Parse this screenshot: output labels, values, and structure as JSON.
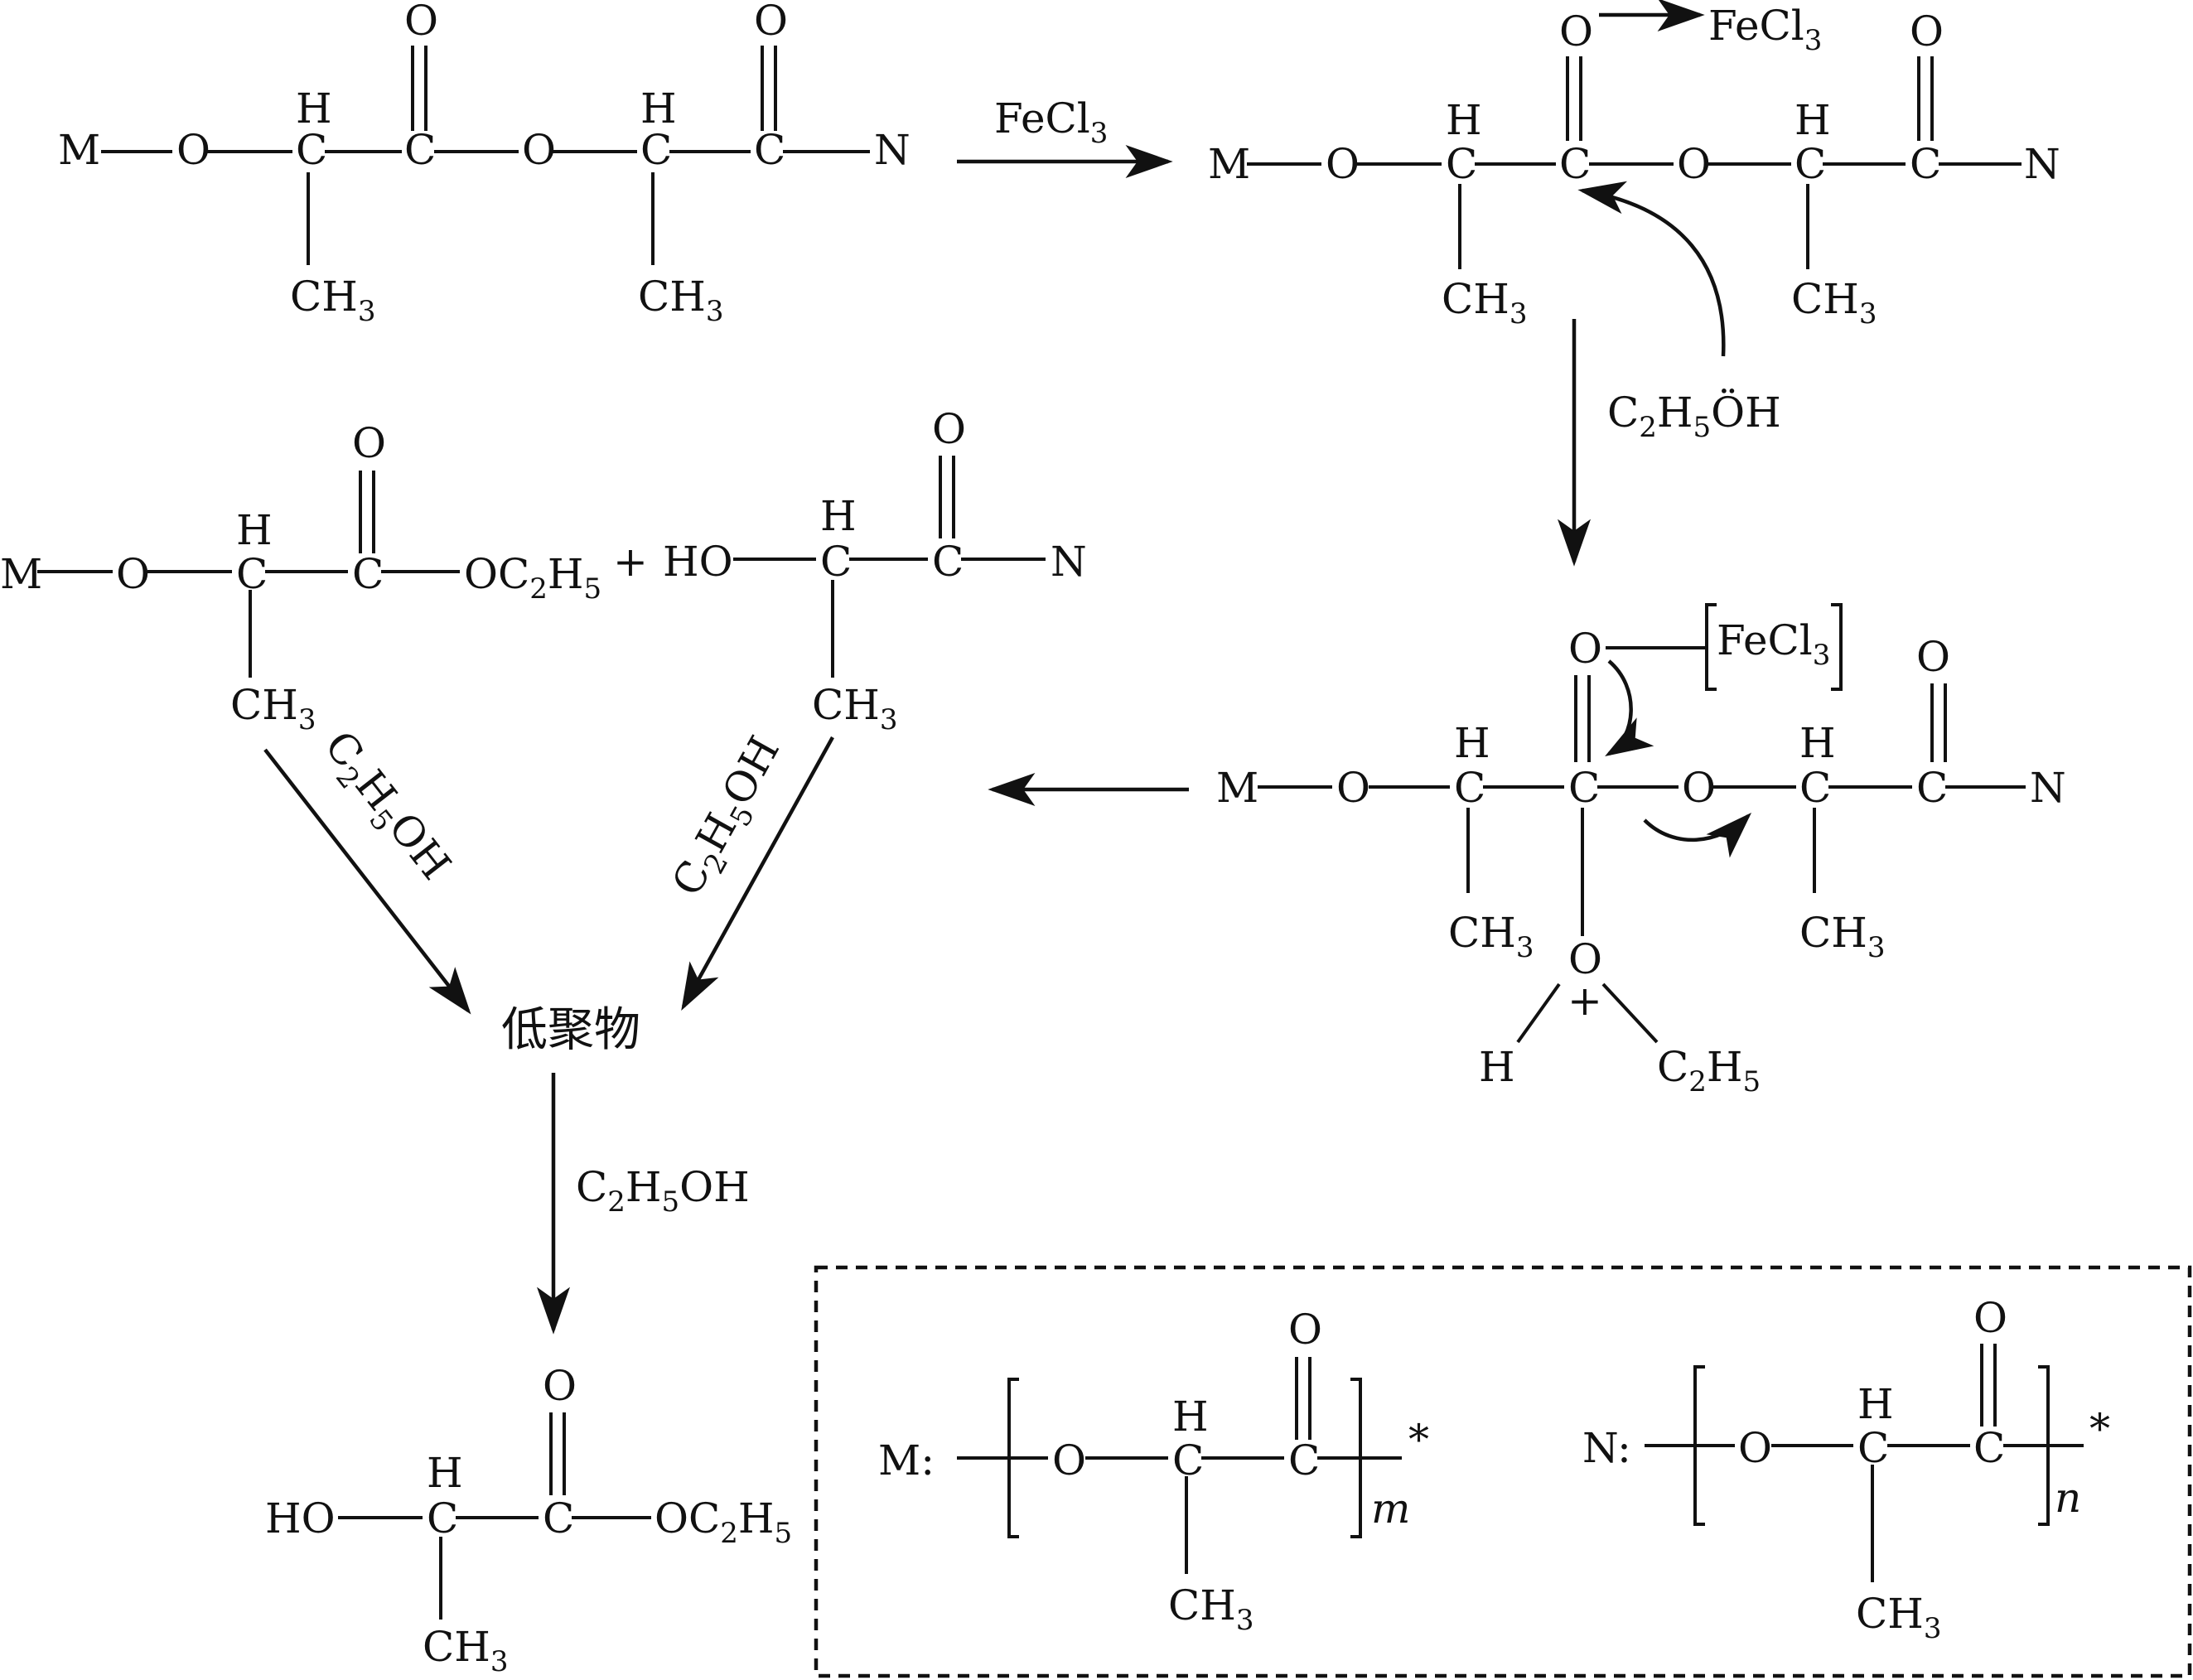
{
  "labels": {
    "M": "M",
    "N": "N",
    "O": "O",
    "C": "C",
    "H": "H",
    "HO": "HO",
    "plus": "+",
    "plus_charge": "+",
    "star": "*",
    "m": "m",
    "n": "n",
    "M_colon": "M:",
    "N_colon": "N:",
    "oligomer": "低聚物",
    "CH3": "CH3",
    "OC2H5": "OC2H5",
    "C2H5": "C2H5",
    "FeCl3": "FeCl3",
    "C2H5OH": "C2H5OH",
    "C2H5OH_lonepair": "C2H5ÖH"
  }
}
